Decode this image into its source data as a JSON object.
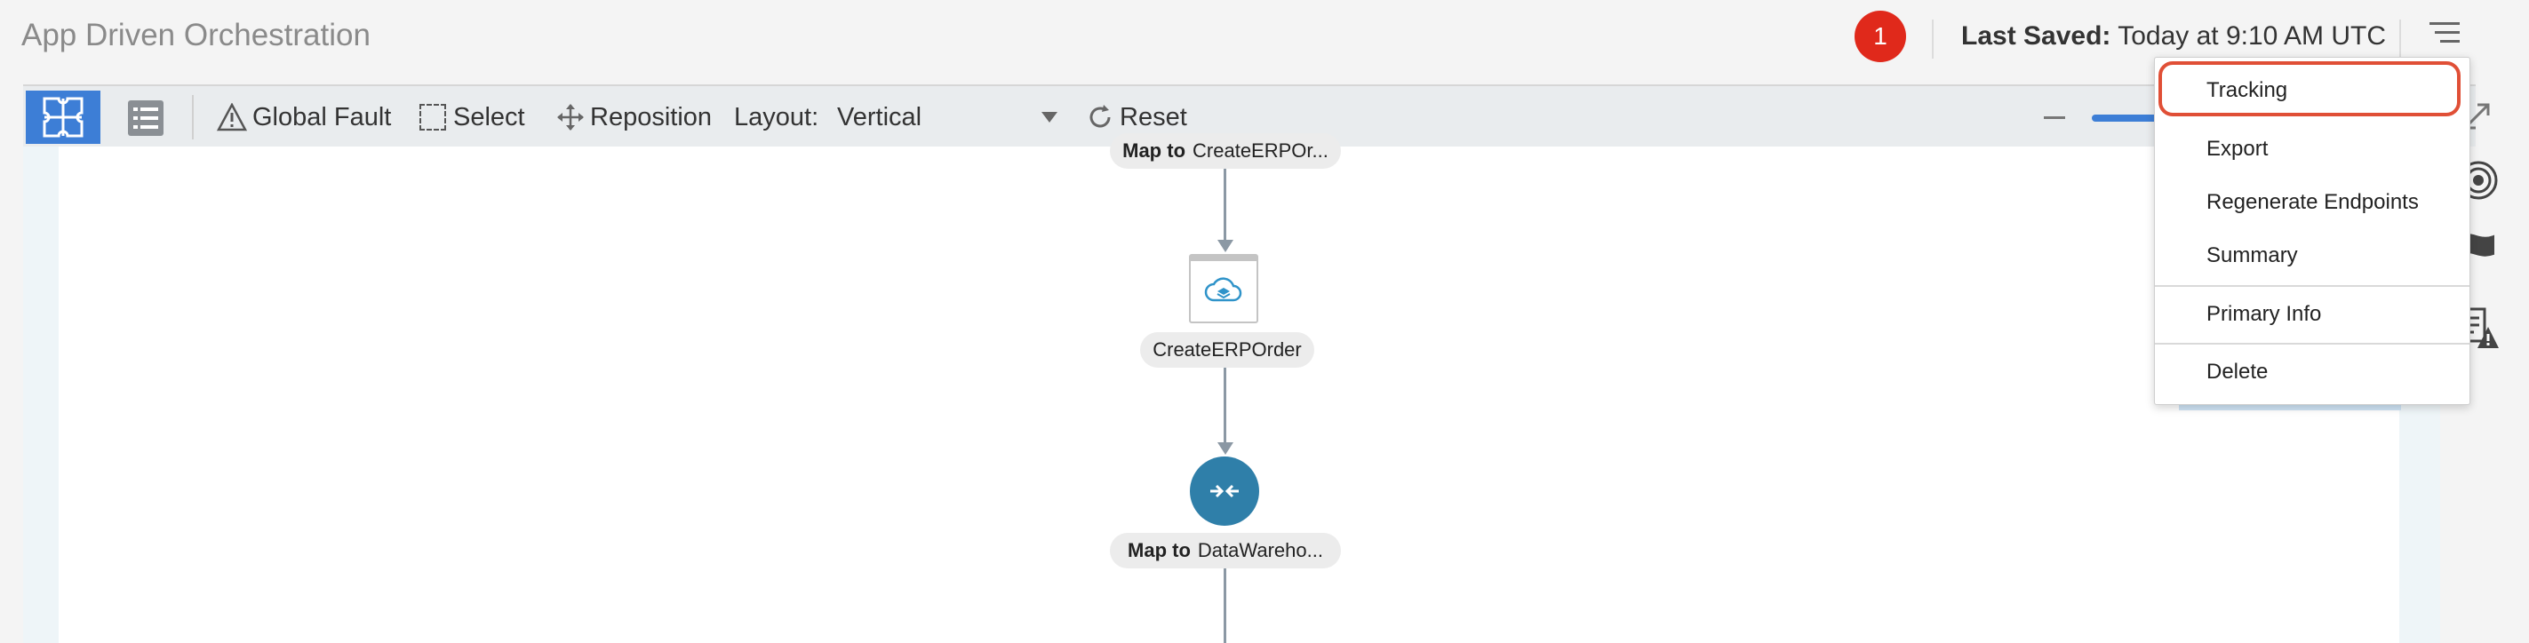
{
  "header": {
    "app_title": "App Driven Orchestration",
    "notification_count": "1",
    "last_saved_label": "Last Saved:",
    "last_saved_value": "Today at 9:10 AM UTC"
  },
  "toolbar": {
    "global_fault": "Global Fault",
    "select": "Select",
    "reposition": "Reposition",
    "layout_label": "Layout:",
    "layout_value": "Vertical",
    "reset": "Reset"
  },
  "canvas": {
    "top_map_prefix": "Map to",
    "top_map_name": "CreateERPOr...",
    "app_node_label": "CreateERPOrder",
    "bottom_map_prefix": "Map to",
    "bottom_map_name": "DataWareho..."
  },
  "menu": {
    "items": [
      "Tracking",
      "Export",
      "Regenerate Endpoints",
      "Summary",
      "Primary Info",
      "Delete"
    ]
  },
  "colors": {
    "accent": "#3d7ed6",
    "badge": "#e0291b",
    "highlight": "#e04f36",
    "map_node": "#2f7fa9"
  },
  "icons": [
    "puzzle-icon",
    "list-icon",
    "warning-icon",
    "select-icon",
    "move-icon",
    "reset-icon",
    "hamburger-icon",
    "cloud-icon",
    "map-icon",
    "target-icon",
    "flag-icon",
    "report-warning-icon",
    "expand-icon"
  ]
}
